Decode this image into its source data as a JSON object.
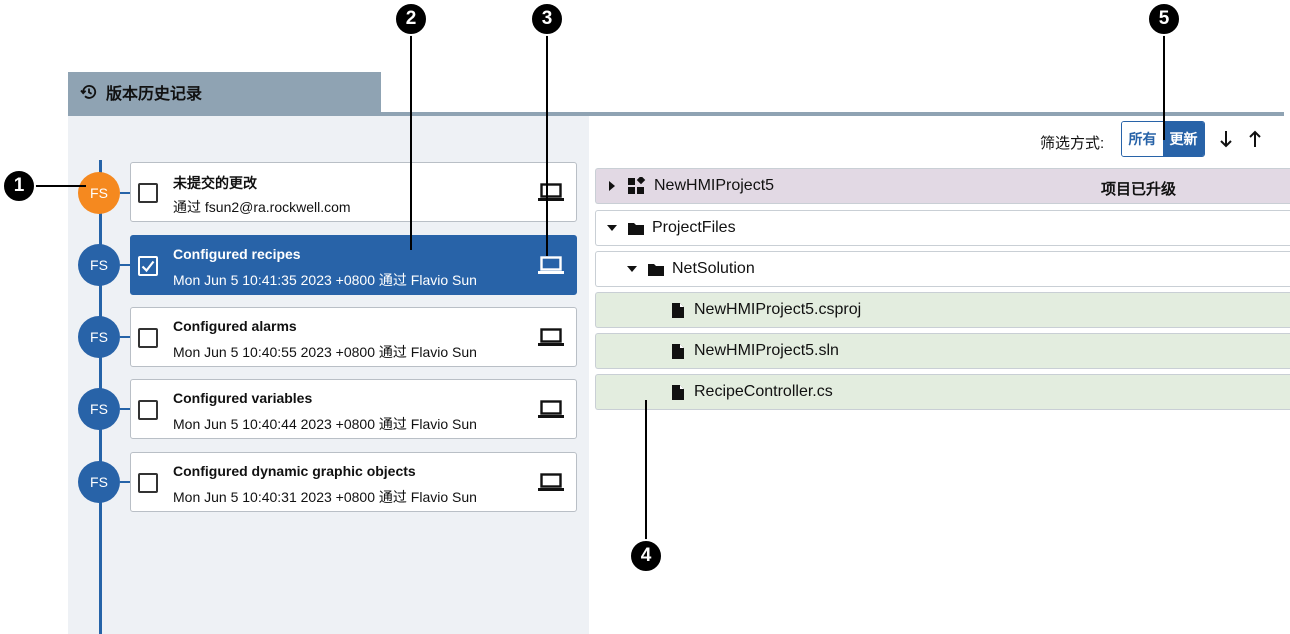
{
  "tab": {
    "label": "版本历史记录",
    "icon": "history-icon"
  },
  "filter": {
    "label": "筛选方式:",
    "options": [
      "所有",
      "更新"
    ],
    "active": "更新"
  },
  "commits": [
    {
      "avatar": "FS",
      "title": "未提交的更改",
      "subtitle": "通过 fsun2@ra.rockwell.com",
      "checked": false
    },
    {
      "avatar": "FS",
      "title": "Configured recipes",
      "subtitle": "Mon Jun 5 10:41:35 2023 +0800 通过 Flavio Sun",
      "checked": true
    },
    {
      "avatar": "FS",
      "title": "Configured alarms",
      "subtitle": "Mon Jun 5 10:40:55 2023 +0800 通过 Flavio Sun",
      "checked": false
    },
    {
      "avatar": "FS",
      "title": "Configured variables",
      "subtitle": "Mon Jun 5 10:40:44 2023 +0800 通过 Flavio Sun",
      "checked": false
    },
    {
      "avatar": "FS",
      "title": "Configured dynamic graphic objects",
      "subtitle": "Mon Jun 5 10:40:31 2023 +0800 通过 Flavio Sun",
      "checked": false
    }
  ],
  "tree": {
    "root": {
      "label": "NewHMIProject5",
      "status": "项目已升级"
    },
    "folders": [
      "ProjectFiles",
      "NetSolution"
    ],
    "files": [
      "NewHMIProject5.csproj",
      "NewHMIProject5.sln",
      "RecipeController.cs"
    ]
  },
  "callouts": [
    "1",
    "2",
    "3",
    "4",
    "5"
  ],
  "colors": {
    "accent": "#2863a8",
    "uncommitted": "#f5891f",
    "root_row": "#e2d9e4",
    "file_row": "#e3eddf"
  }
}
